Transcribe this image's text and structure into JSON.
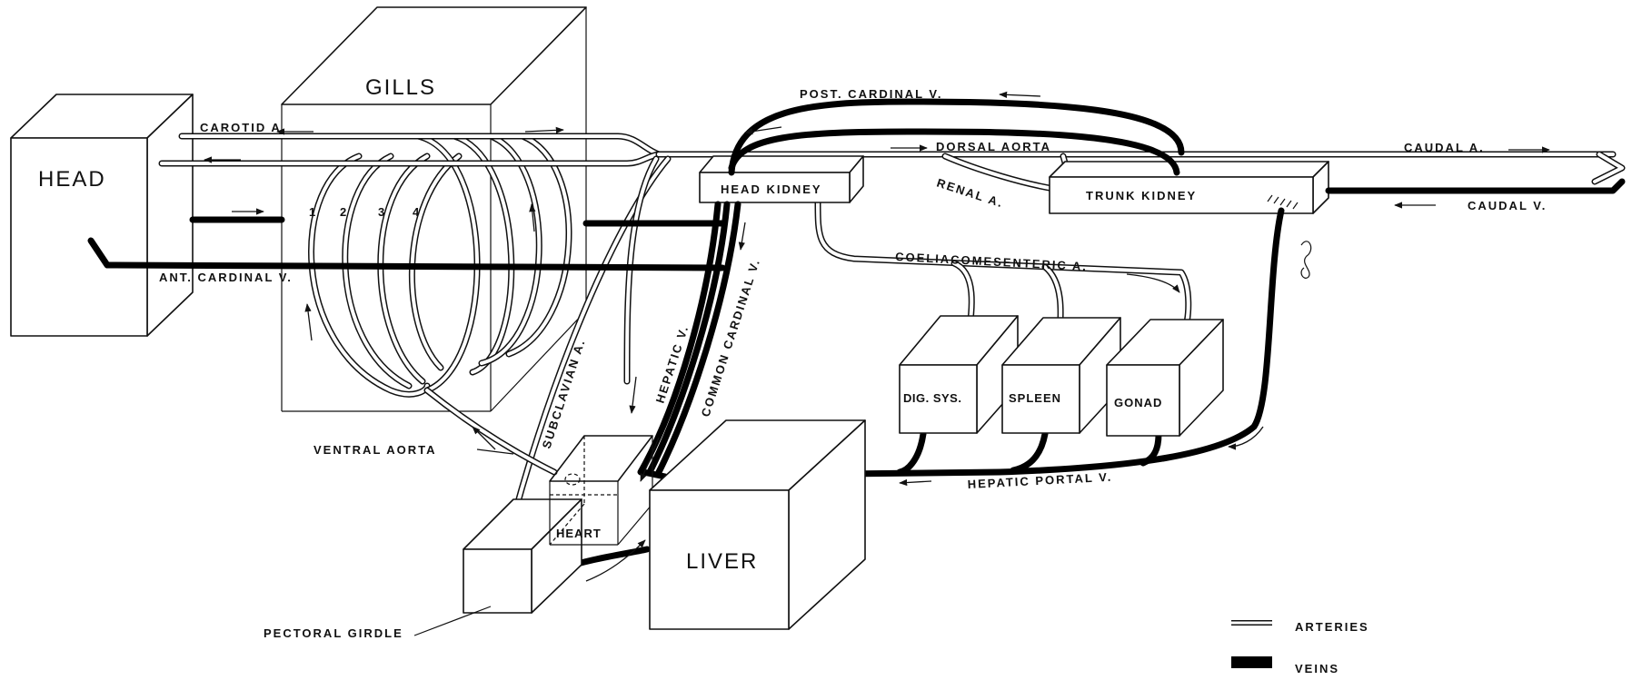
{
  "organs": {
    "head": "HEAD",
    "gills": "GILLS",
    "head_kidney": "HEAD KIDNEY",
    "trunk_kidney": "TRUNK KIDNEY",
    "dig_sys": "DIG. SYS.",
    "spleen": "SPLEEN",
    "gonad": "GONAD",
    "heart": "HEART",
    "liver": "LIVER",
    "pectoral_girdle": "PECTORAL GIRDLE"
  },
  "vessels": {
    "carotid": "CAROTID A.",
    "ant_cardinal": "ANT. CARDINAL V.",
    "post_cardinal": "POST. CARDINAL V.",
    "dorsal_aorta": "DORSAL AORTA",
    "renal": "RENAL A.",
    "caudal_a": "CAUDAL A.",
    "caudal_v": "CAUDAL V.",
    "coeliacomesenteric": "COELIACOMESENTERIC A.",
    "ventral_aorta": "VENTRAL AORTA",
    "subclavian": "SUBCLAVIAN A.",
    "hepatic_v": "HEPATIC V.",
    "common_cardinal": "COMMON CARDINAL V.",
    "hepatic_portal": "HEPATIC PORTAL V."
  },
  "gill_arches": [
    "1",
    "2",
    "3",
    "4"
  ],
  "legend": {
    "arteries": "ARTERIES",
    "veins": "VEINS"
  }
}
